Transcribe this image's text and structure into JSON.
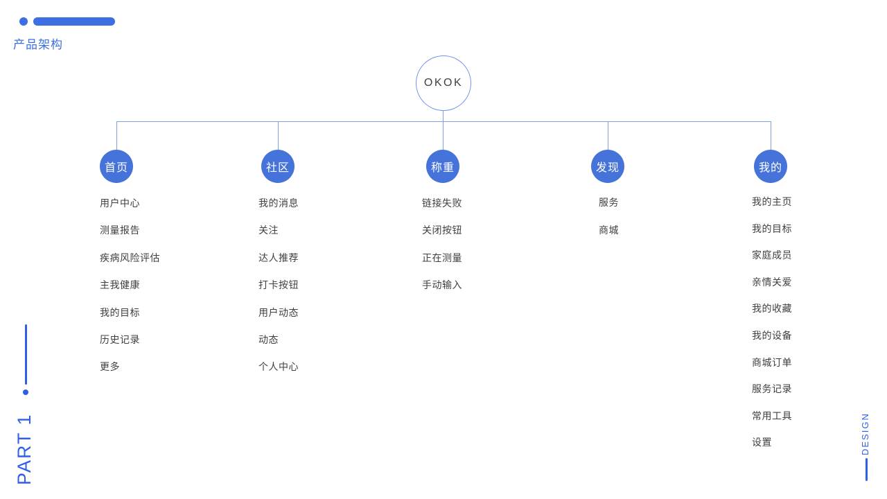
{
  "colors": {
    "accent": "#3d6fe3",
    "deep_blue": "#2f5fe8",
    "node_fill": "#4573da",
    "connector": "#7e9fe9",
    "root_border": "#6e95e9",
    "body_text": "#3f3f3f"
  },
  "header": {
    "title": "产品架构"
  },
  "tree": {
    "root_label": "OKOK",
    "branches": [
      {
        "label": "首页",
        "children": [
          "用户中心",
          "测量报告",
          "疾病风险评估",
          "主我健康",
          "我的目标",
          "历史记录",
          "更多"
        ]
      },
      {
        "label": "社区",
        "children": [
          "我的消息",
          "关注",
          "达人推荐",
          "打卡按钮",
          "用户动态",
          "动态",
          "个人中心"
        ]
      },
      {
        "label": "称重",
        "children": [
          "链接失败",
          "关闭按钮",
          "正在测量",
          "手动输入"
        ]
      },
      {
        "label": "发现",
        "children": [
          "服务",
          "商城"
        ]
      },
      {
        "label": "我的",
        "children": [
          "我的主页",
          "我的目标",
          "家庭成员",
          "亲情关爱",
          "我的收藏",
          "我的设备",
          "商城订单",
          "服务记录",
          "常用工具",
          "设置"
        ]
      }
    ]
  },
  "footer": {
    "part_label": "PART 1",
    "design_label": "DESIGN"
  }
}
